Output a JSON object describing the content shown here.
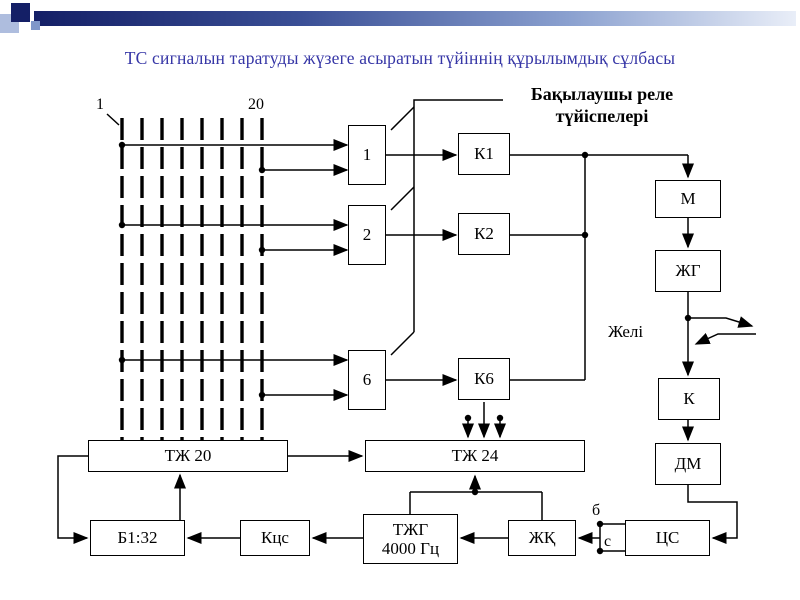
{
  "slide": {
    "title": "ТС сигналын таратуды жүзеге асыратын түйіннің құрылымдық сұлбасы"
  },
  "labels": {
    "relay_line1": "Бақылаушы реле",
    "relay_line2": "түйіспелері",
    "network": "Желі",
    "terminal_b": "б",
    "terminal_c": "с",
    "line_first": "1",
    "line_last": "20"
  },
  "blocks": {
    "dist1": "1",
    "dist2": "2",
    "dist6": "6",
    "k1": "К1",
    "k2": "К2",
    "k6": "К6",
    "m": "М",
    "zhg": "ЖГ",
    "k": "К",
    "dm": "ДМ",
    "tzh20": "ТЖ 20",
    "tzh24": "ТЖ 24",
    "b132": "Б1:32",
    "kcs": "Кцс",
    "tzhg_line1": "ТЖГ",
    "tzhg_line2": "4000 Гц",
    "zhk": "ЖҚ",
    "cs": "ЦС"
  },
  "colors": {
    "title_text": "#3636a6",
    "header_gradient_start": "#141f66",
    "header_gradient_end": "#e9eef8",
    "diagram_ink": "#000000"
  }
}
